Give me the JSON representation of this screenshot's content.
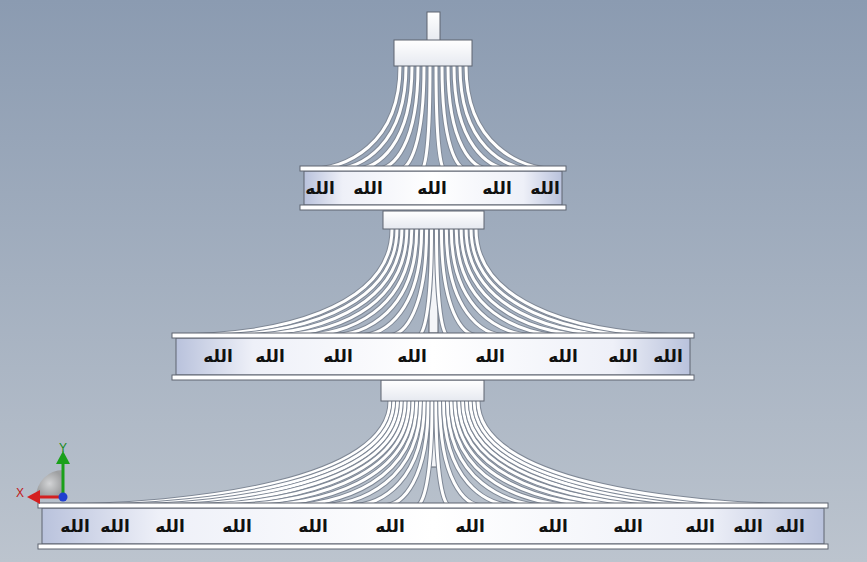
{
  "diagram": {
    "labels": [
      "الله",
      "الله",
      "الله",
      "الله",
      "الله",
      "الله",
      "الله",
      "الله",
      "الله",
      "الله",
      "الله",
      "الله",
      "الله",
      "الله",
      "الله",
      "الله",
      "الله",
      "الله",
      "الله",
      "الله",
      "الله",
      "الله",
      "الله",
      "الله",
      "الله",
      "Y",
      "X"
    ]
  }
}
